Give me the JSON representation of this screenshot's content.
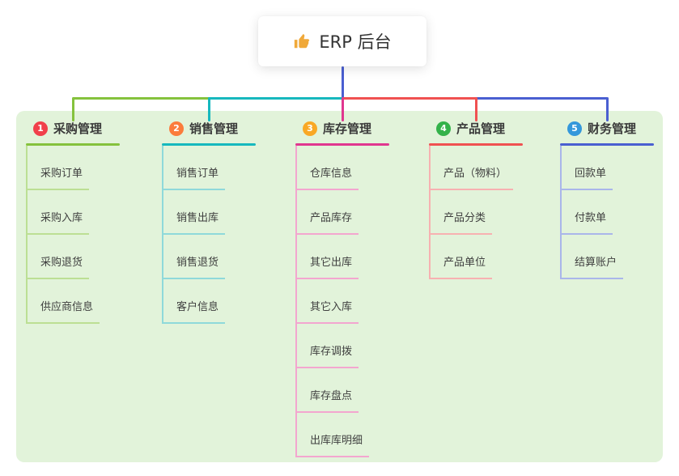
{
  "root": {
    "label": "ERP 后台",
    "icon": "thumbs-up-icon",
    "icon_color": "#f0a93a"
  },
  "colors": {
    "panel_bg": "#e2f3da",
    "stem": "#4a5fd1",
    "text": "#3a3a3a"
  },
  "branches": [
    {
      "num": "1",
      "label": "采购管理",
      "color": "#85c23d",
      "tint": "#bcdf94",
      "badge": "#f1404b",
      "children": [
        "采购订单",
        "采购入库",
        "采购退货",
        "供应商信息"
      ]
    },
    {
      "num": "2",
      "label": "销售管理",
      "color": "#16b8be",
      "tint": "#8fd9da",
      "badge": "#fb7c3c",
      "children": [
        "销售订单",
        "销售出库",
        "销售退货",
        "客户信息"
      ]
    },
    {
      "num": "3",
      "label": "库存管理",
      "color": "#e0368f",
      "tint": "#f3a6cf",
      "badge": "#f9a825",
      "children": [
        "仓库信息",
        "产品库存",
        "其它出库",
        "其它入库",
        "库存调拨",
        "库存盘点",
        "出库库明细"
      ]
    },
    {
      "num": "4",
      "label": "产品管理",
      "color": "#f05151",
      "tint": "#f7b1b1",
      "badge": "#34b24a",
      "children": [
        "产品（物料）",
        "产品分类",
        "产品单位"
      ]
    },
    {
      "num": "5",
      "label": "财务管理",
      "color": "#4a5fd1",
      "tint": "#aab6ea",
      "badge": "#3498db",
      "children": [
        "回款单",
        "付款单",
        "结算账户"
      ]
    }
  ]
}
